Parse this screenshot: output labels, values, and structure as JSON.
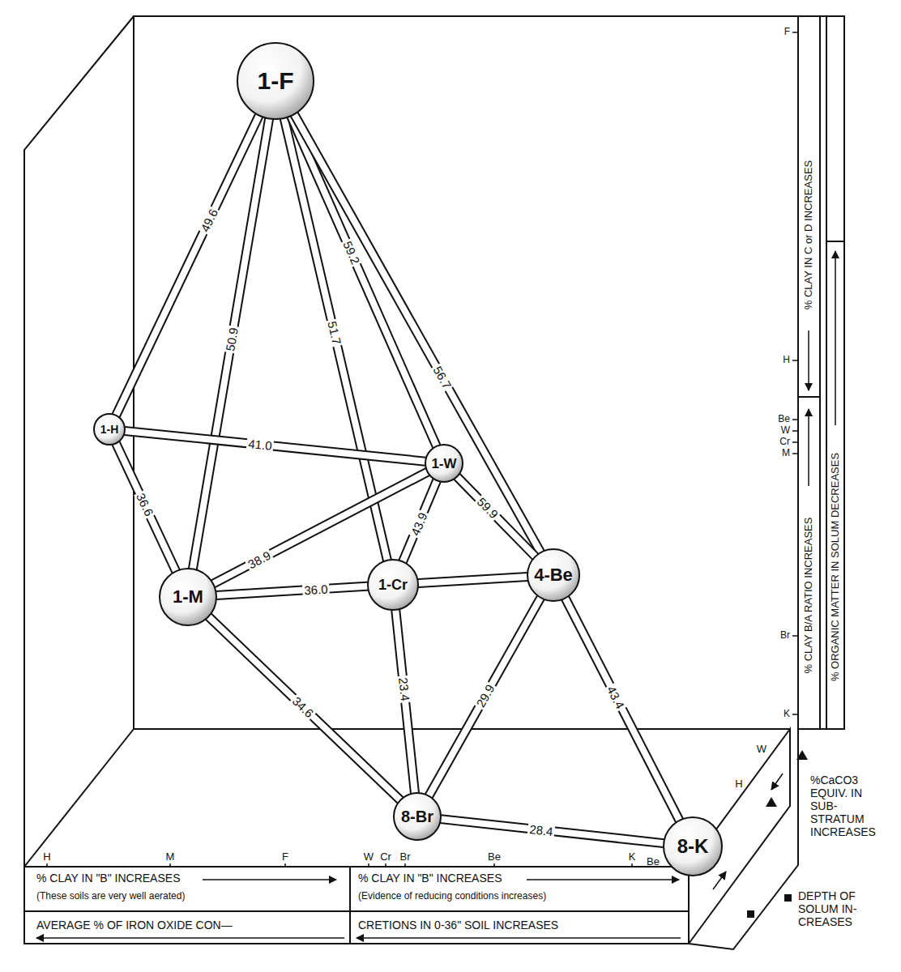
{
  "diagram": {
    "nodes": [
      {
        "text": [
          "1-F"
        ]
      },
      {
        "text": [
          "1-H"
        ]
      },
      {
        "text": [
          "1-W"
        ]
      },
      {
        "text": [
          "1-M"
        ]
      },
      {
        "text": [
          "1-Cr"
        ]
      },
      {
        "text": [
          "4-Be"
        ]
      },
      {
        "text": [
          "8-Br"
        ]
      },
      {
        "text": [
          "8-K"
        ]
      }
    ],
    "edges": [
      {
        "from": 0,
        "to": 1,
        "arrow": "none",
        "label": "49.6"
      },
      {
        "from": 0,
        "to": 3,
        "arrow": "none",
        "label": "50.9"
      },
      {
        "from": 0,
        "to": 4,
        "arrow": "none",
        "label": "51.7"
      },
      {
        "from": 0,
        "to": 2,
        "arrow": "none",
        "label": "59.2"
      },
      {
        "from": 0,
        "to": 5,
        "arrow": "none",
        "label": "56.7"
      },
      {
        "from": 1,
        "to": 2,
        "arrow": "none",
        "label": "41.0"
      },
      {
        "from": 1,
        "to": 3,
        "arrow": "none",
        "label": "36.6"
      },
      {
        "from": 3,
        "to": 2,
        "arrow": "none",
        "label": "38.9"
      },
      {
        "from": 3,
        "to": 5,
        "arrow": "none",
        "label": "36.0"
      },
      {
        "from": 2,
        "to": 4,
        "arrow": "none",
        "label": "43.9"
      },
      {
        "from": 2,
        "to": 5,
        "arrow": "none",
        "label": "59.9"
      },
      {
        "from": 3,
        "to": 6,
        "arrow": "none",
        "label": "34.6"
      },
      {
        "from": 4,
        "to": 6,
        "arrow": "none",
        "label": "23.4"
      },
      {
        "from": 5,
        "to": 6,
        "arrow": "none",
        "label": "29.9"
      },
      {
        "from": 5,
        "to": 7,
        "arrow": "none",
        "label": "43.4"
      },
      {
        "from": 6,
        "to": 7,
        "arrow": "none",
        "label": "28.4"
      }
    ],
    "labels": [
      "H",
      "M",
      "F",
      "W",
      "Cr",
      "Br",
      "Be",
      "K",
      "Be",
      "% CLAY IN \"B\" INCREASES",
      "(These soils are very well aerated)",
      "% CLAY IN \"B\" INCREASES",
      "(Evidence of reducing conditions increases)",
      "AVERAGE % OF IRON OXIDE CON—",
      "CRETIONS IN 0-36\" SOIL INCREASES",
      "F",
      "H",
      "Be",
      "W",
      "Cr",
      "M",
      "Br",
      "K",
      "% CLAY IN C or D INCREASES",
      "% CLAY B/A RATIO INCREASES",
      "% ORGANIC MATTER IN SOLUM DECREASES",
      "W",
      "H",
      "%CaCO3 EQUIV. IN SUB-STRATUM INCREASES",
      "DEPTH OF SOLUM IN-CREASES"
    ]
  }
}
